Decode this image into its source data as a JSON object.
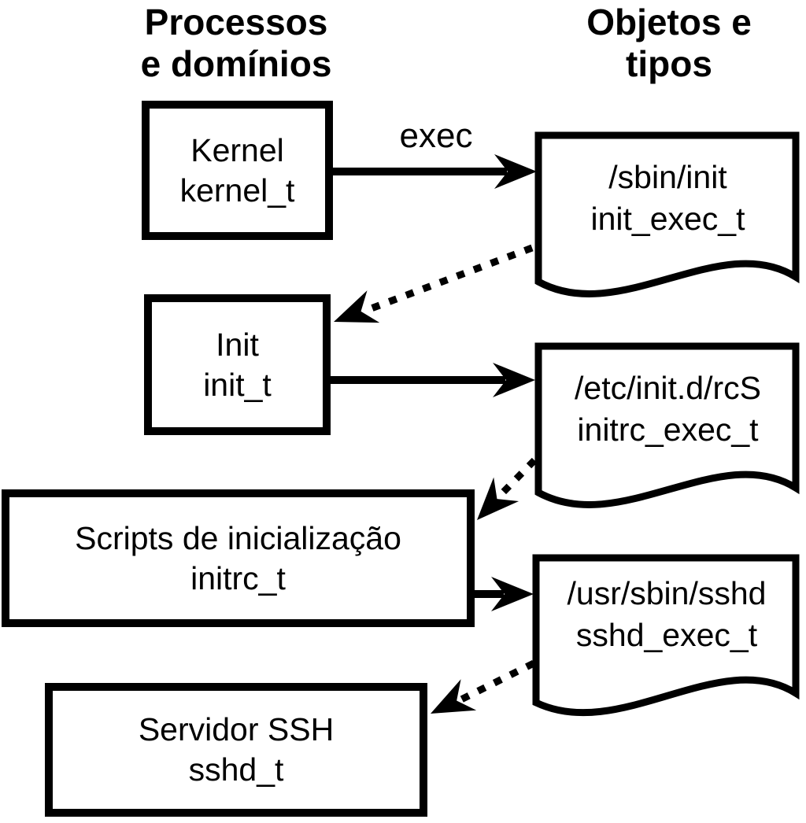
{
  "diagram": {
    "background": "#ffffff",
    "ink": "#000000",
    "column_headers": {
      "left": {
        "line1": "Processos",
        "line2": "e domínios"
      },
      "right": {
        "line1": "Objetos e",
        "line2": "tipos"
      }
    },
    "processes": [
      {
        "name": "Kernel",
        "domain": "kernel_t"
      },
      {
        "name": "Init",
        "domain": "init_t"
      },
      {
        "name": "Scripts de inicialização",
        "domain": "initrc_t"
      },
      {
        "name": "Servidor SSH",
        "domain": "sshd_t"
      }
    ],
    "objects": [
      {
        "path": "/sbin/init",
        "type": "init_exec_t"
      },
      {
        "path": "/etc/init.d/rcS",
        "type": "initrc_exec_t"
      },
      {
        "path": "/usr/sbin/sshd",
        "type": "sshd_exec_t"
      }
    ],
    "arrow_label": "exec"
  }
}
